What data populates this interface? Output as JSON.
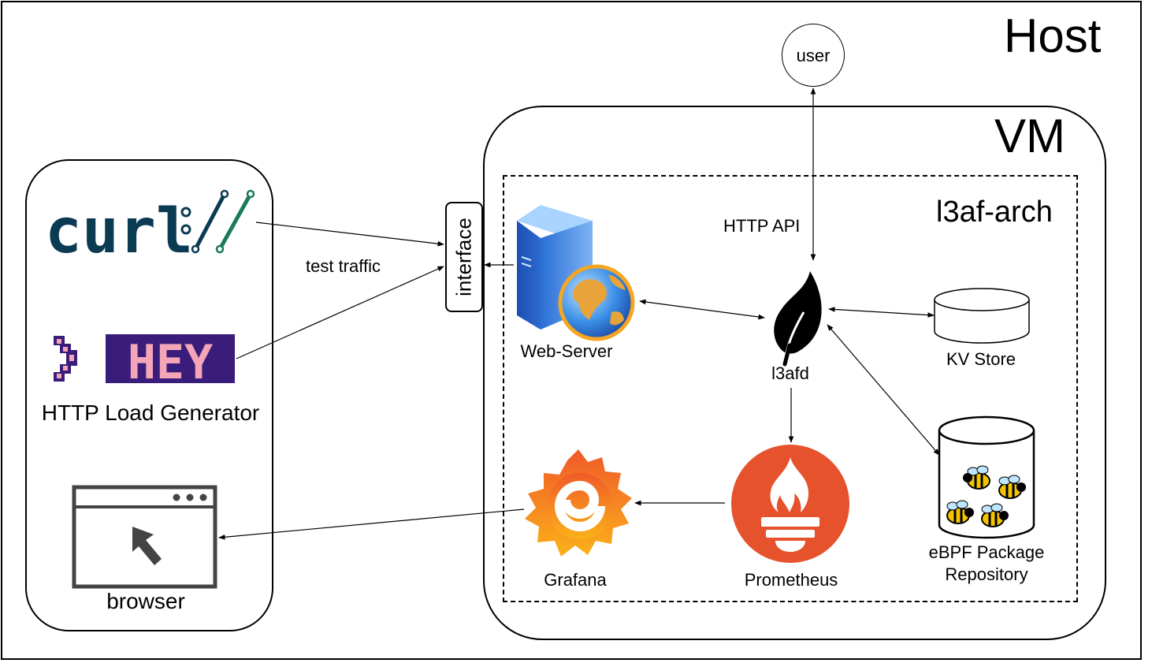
{
  "labels": {
    "host": "Host",
    "vm": "VM",
    "arch": "l3af-arch",
    "interface": "interface",
    "user": "user",
    "http_api": "HTTP API",
    "test_traffic": "test traffic",
    "web_server": "Web-Server",
    "l3afd": "l3afd",
    "kv_store": "KV Store",
    "ebpf_repo_line1": "eBPF Package",
    "ebpf_repo_line2": "Repository",
    "grafana": "Grafana",
    "prometheus": "Prometheus",
    "http_load_generator": "HTTP Load Generator",
    "browser": "browser"
  },
  "logos": {
    "curl_wordmark": "curl://",
    "hey_wordmark": "HEY"
  },
  "icons": [
    "curl-logo",
    "hey-logo",
    "browser-window-icon",
    "web-server-icon",
    "leaf-icon",
    "database-icon",
    "bee-icon",
    "grafana-logo",
    "prometheus-logo"
  ],
  "colors": {
    "curl_dark": "#0b3a53",
    "curl_green": "#1a7a5c",
    "hey_purple": "#3a1d7a",
    "hey_pink": "#f4a6b8",
    "prometheus": "#e6522c",
    "grafana_orange": "#f46800",
    "grafana_yellow": "#fbb11a",
    "server_blue": "#3b7bd8"
  }
}
